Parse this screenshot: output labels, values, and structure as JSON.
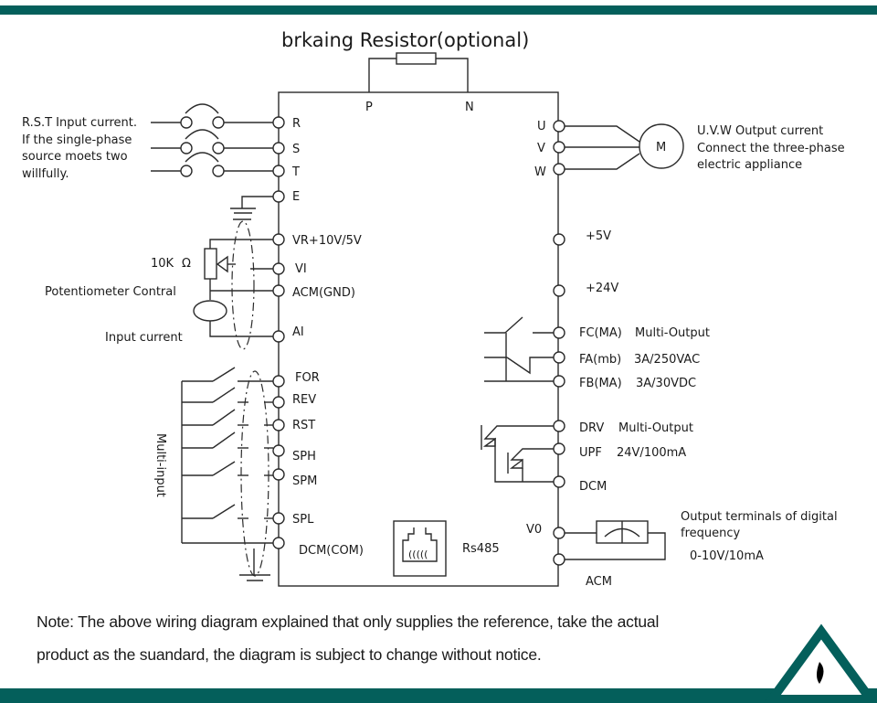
{
  "title": "brkaing Resistor(optional)",
  "colors": {
    "brand": "#045f5b",
    "line": "#2b2b2b",
    "text": "#1a1a1a"
  },
  "top_terminals": {
    "p": "P",
    "n": "N"
  },
  "input": {
    "description": [
      "R.S.T Input current.",
      "If the single-phase",
      "source moets two",
      "willfully."
    ],
    "terminals": [
      "R",
      "S",
      "T",
      "E"
    ]
  },
  "analog": {
    "resistor_value": "10K",
    "ohm_symbol": "Ω",
    "potentiometer_label": "Potentiometer Contral",
    "input_current_label": "Input current",
    "terminals": [
      "VR+10V/5V",
      "VI",
      "ACM(GND)",
      "AI"
    ]
  },
  "digital_inputs": {
    "group_label": "Multi-input",
    "terminals": [
      "FOR",
      "REV",
      "RST",
      "SPH",
      "SPM",
      "SPL",
      "DCM(COM)"
    ]
  },
  "rs485": {
    "label": "Rs485",
    "icon": "rj45-connector-icon"
  },
  "output": {
    "terminals": [
      "U",
      "V",
      "W"
    ],
    "motor_label": "M",
    "description": [
      "U.V.W Output current",
      "Connect the three-phase",
      "electric appliance"
    ]
  },
  "power": {
    "plus5": "+5V",
    "plus24": "+24V"
  },
  "relay": {
    "rows": [
      {
        "terminal": "FC(MA)",
        "spec": "Multi-Output"
      },
      {
        "terminal": "FA(mb)",
        "spec": "3A/250VAC"
      },
      {
        "terminal": "FB(MA)",
        "spec": "3A/30VDC"
      }
    ]
  },
  "open_collector": {
    "rows": [
      {
        "terminal": "DRV",
        "spec": "Multi-Output"
      },
      {
        "terminal": "UPF",
        "spec": "24V/100mA"
      },
      {
        "terminal": "DCM",
        "spec": ""
      }
    ]
  },
  "digital_freq": {
    "terminal": "V0",
    "ground_terminal": "ACM",
    "description": [
      "Output terminals of digital",
      "frequency"
    ],
    "range": "0-10V/10mA"
  },
  "note": {
    "line1": "Note: The above wiring diagram explained that only supplies the reference, take the actual",
    "line2": "product as the suandard, the diagram is subject to change without notice."
  },
  "logo": {
    "icon": "triangle-logo-icon"
  }
}
